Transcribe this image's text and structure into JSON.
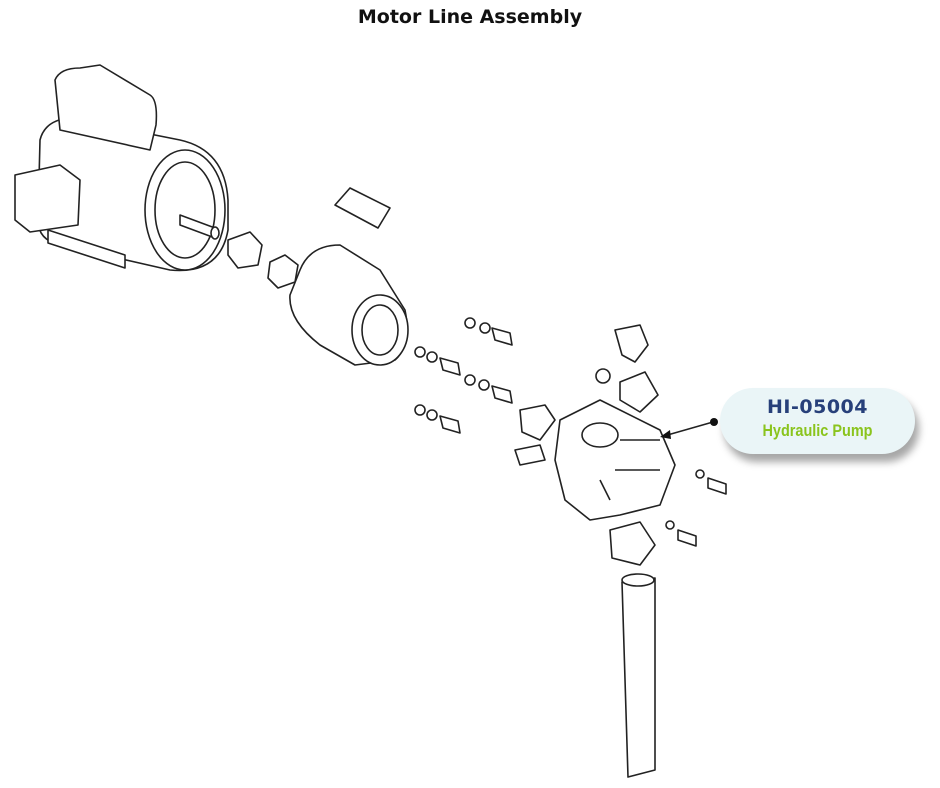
{
  "title": "Motor Line Assembly",
  "callout": {
    "part_number": "HI-05004",
    "part_name": "Hydraulic Pump",
    "background": "#eaf5f7",
    "number_color": "#27407a",
    "name_color": "#8ac41d"
  }
}
